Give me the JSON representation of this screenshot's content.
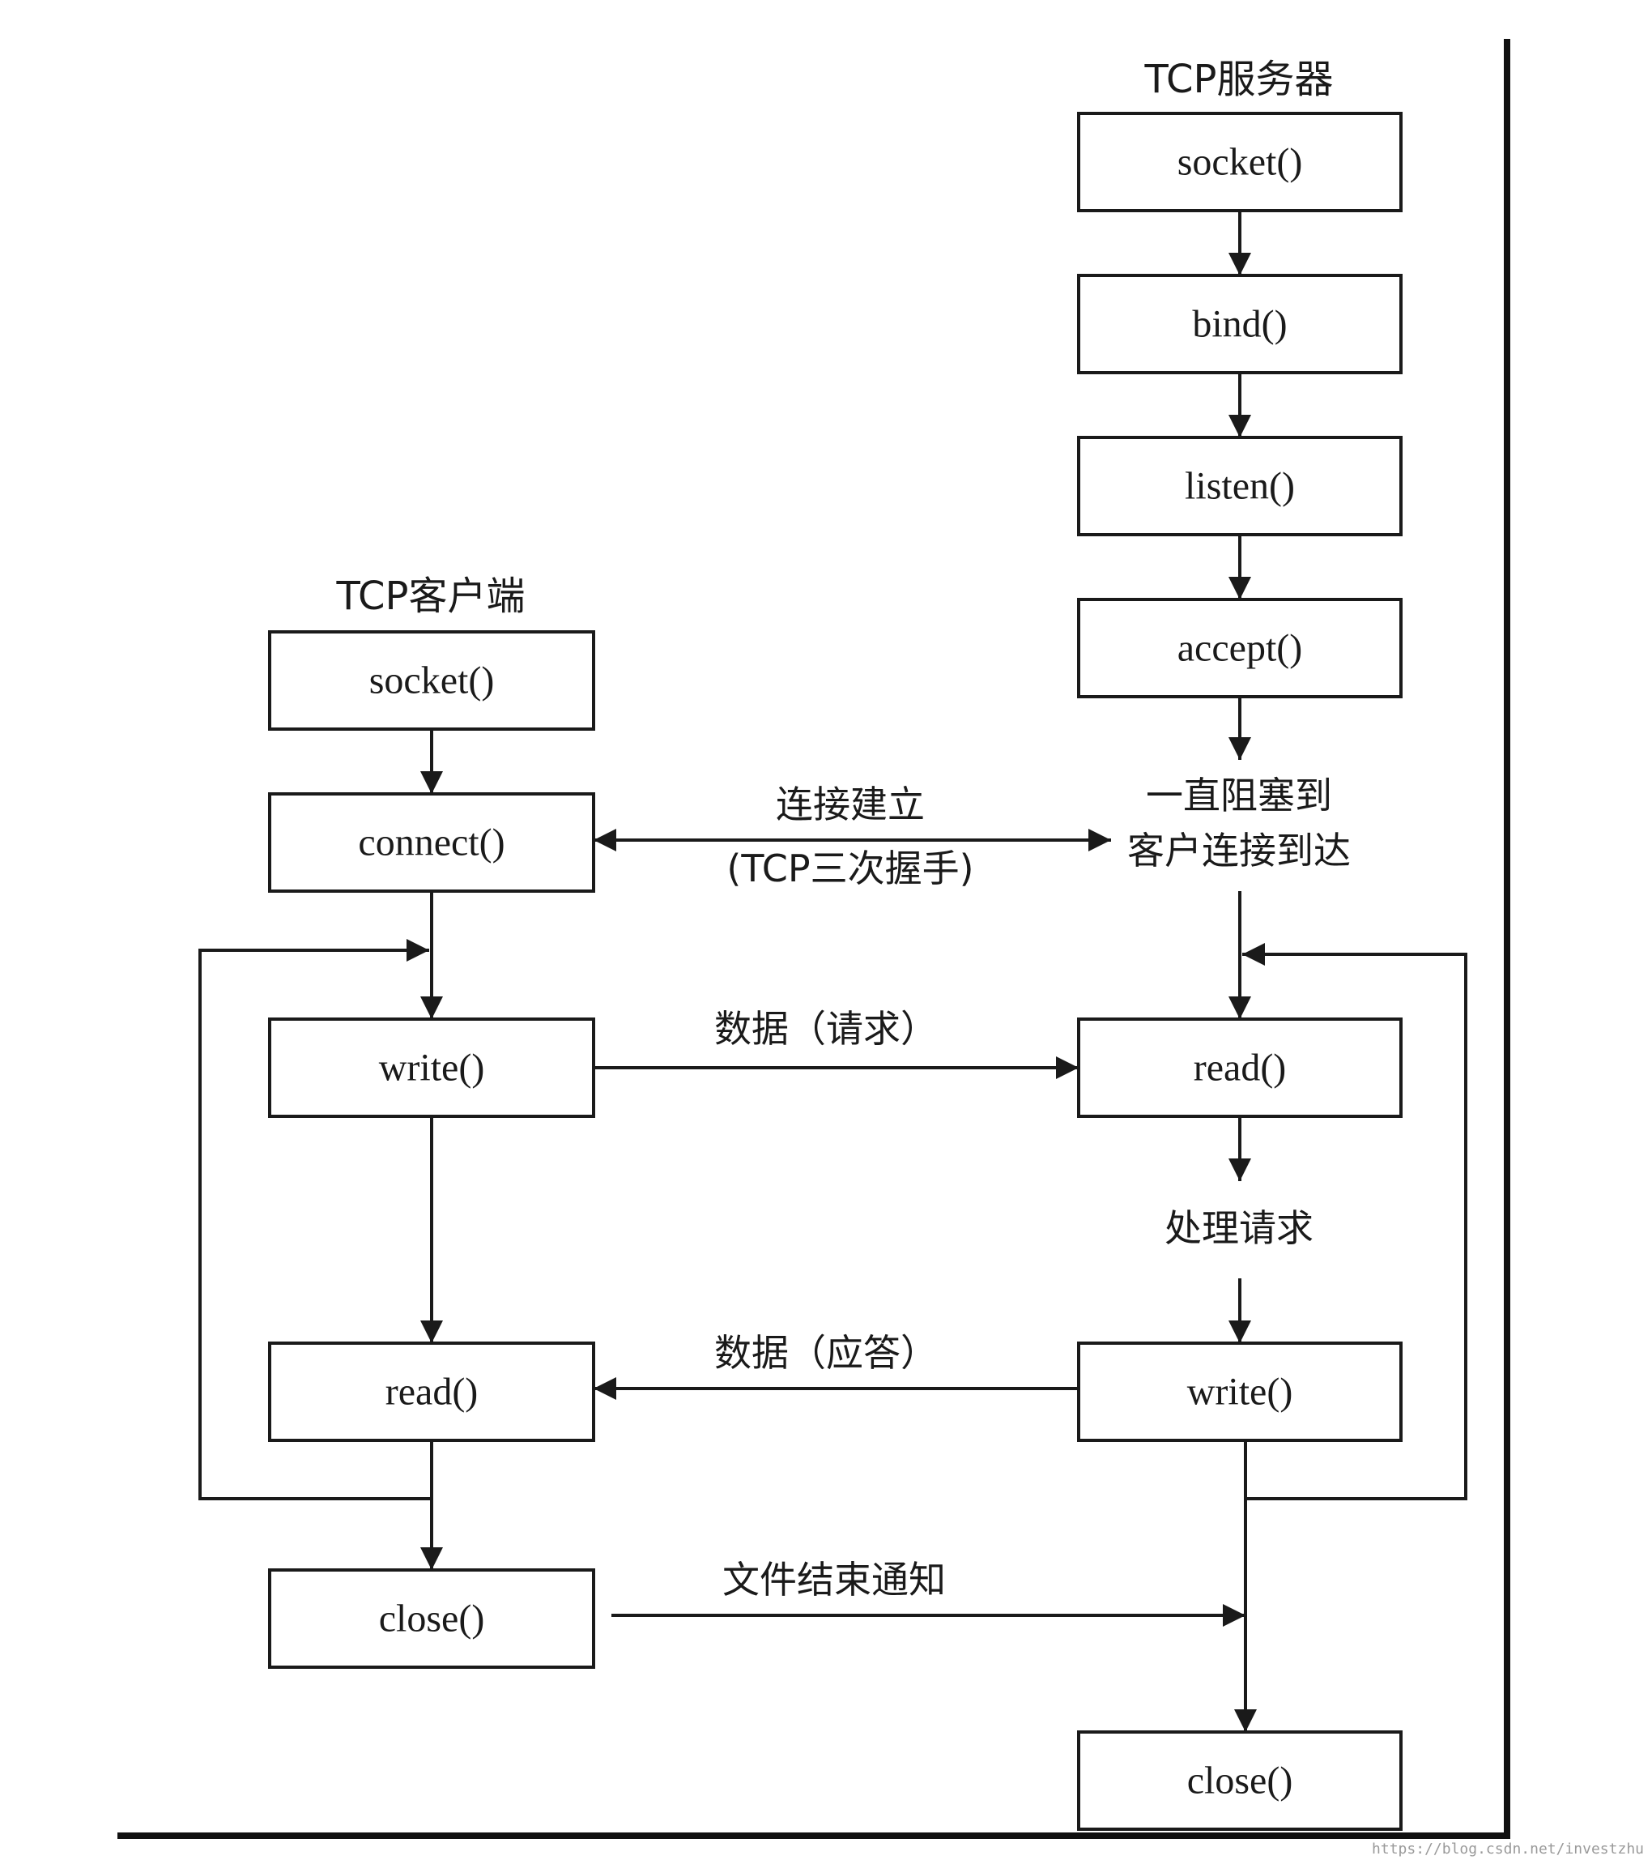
{
  "titles": {
    "server": "TCP服务器",
    "client": "TCP客户端"
  },
  "server": {
    "socket": "socket()",
    "bind": "bind()",
    "listen": "listen()",
    "accept": "accept()",
    "block_line1": "一直阻塞到",
    "block_line2": "客户连接到达",
    "read": "read()",
    "process": "处理请求",
    "write": "write()",
    "close": "close()"
  },
  "client": {
    "socket": "socket()",
    "connect": "connect()",
    "write": "write()",
    "read": "read()",
    "close": "close()"
  },
  "messages": {
    "connect_line1": "连接建立",
    "connect_line2": "(TCP三次握手)",
    "request": "数据（请求）",
    "response": "数据（应答）",
    "eof": "文件结束通知"
  },
  "watermark": "https://blog.csdn.net/investzhu"
}
